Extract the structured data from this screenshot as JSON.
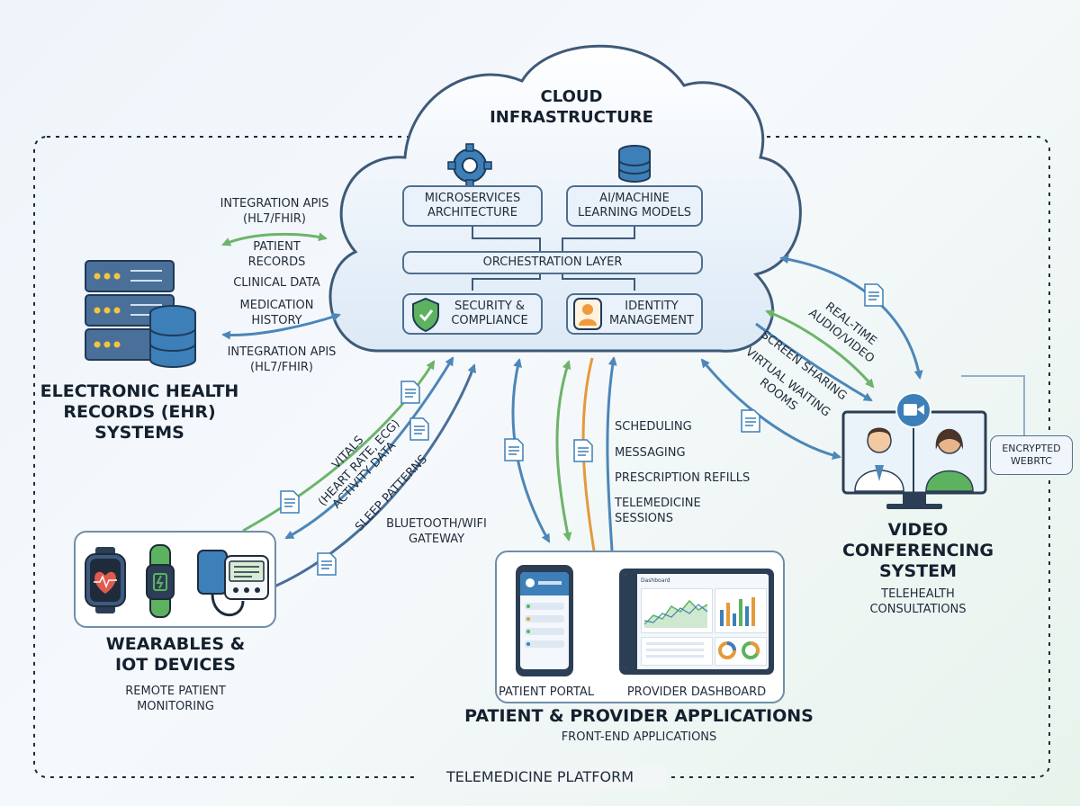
{
  "platform": {
    "title": "TELEMEDICINE PLATFORM"
  },
  "cloud": {
    "title": "CLOUD\nINFRASTRUCTURE",
    "microservices": "MICROSERVICES\nARCHITECTURE",
    "ai_models": "AI/MACHINE\nLEARNING MODELS",
    "orchestration": "ORCHESTRATION LAYER",
    "security": "SECURITY &\nCOMPLIANCE",
    "identity": "IDENTITY\nMANAGEMENT"
  },
  "ehr": {
    "title": "ELECTRONIC HEALTH\nRECORDS (EHR)\nSYSTEMS",
    "flow_labels": [
      "INTEGRATION APIS\n(HL7/FHIR)",
      "PATIENT\nRECORDS",
      "CLINICAL DATA",
      "MEDICATION\nHISTORY",
      "INTEGRATION APIS\n(HL7/FHIR)"
    ]
  },
  "wearables": {
    "title": "WEARABLES &\nIOT DEVICES",
    "subtitle": "REMOTE PATIENT\nMONITORING",
    "flow_labels": [
      "VITALS\n(HEART RATE, ECG)",
      "ACTIVITY DATA",
      "SLEEP PATTERNS",
      "BLUETOOTH/WIFI\nGATEWAY"
    ]
  },
  "apps": {
    "title": "PATIENT & PROVIDER APPLICATIONS",
    "subtitle": "FRONT-END APPLICATIONS",
    "patient_portal": "PATIENT PORTAL",
    "provider_dashboard": "PROVIDER DASHBOARD",
    "dashboard_header": "Dashboard",
    "flow_labels": [
      "SCHEDULING",
      "MESSAGING",
      "PRESCRIPTION REFILLS",
      "TELEMEDICINE\nSESSIONS"
    ]
  },
  "video": {
    "title": "VIDEO\nCONFERENCING\nSYSTEM",
    "subtitle": "TELEHEALTH\nCONSULTATIONS",
    "encrypted": "ENCRYPTED\nWEBRTC",
    "flow_labels": [
      "REAL-TIME\nAUDIO/VIDEO",
      "SCREEN SHARING",
      "VIRTUAL WAITING\nROOMS"
    ]
  },
  "colors": {
    "blue_arrow": "#4d86b8",
    "green_arrow": "#6cb46a",
    "orange_arrow": "#e49a3c",
    "outline": "#3e5a78"
  }
}
